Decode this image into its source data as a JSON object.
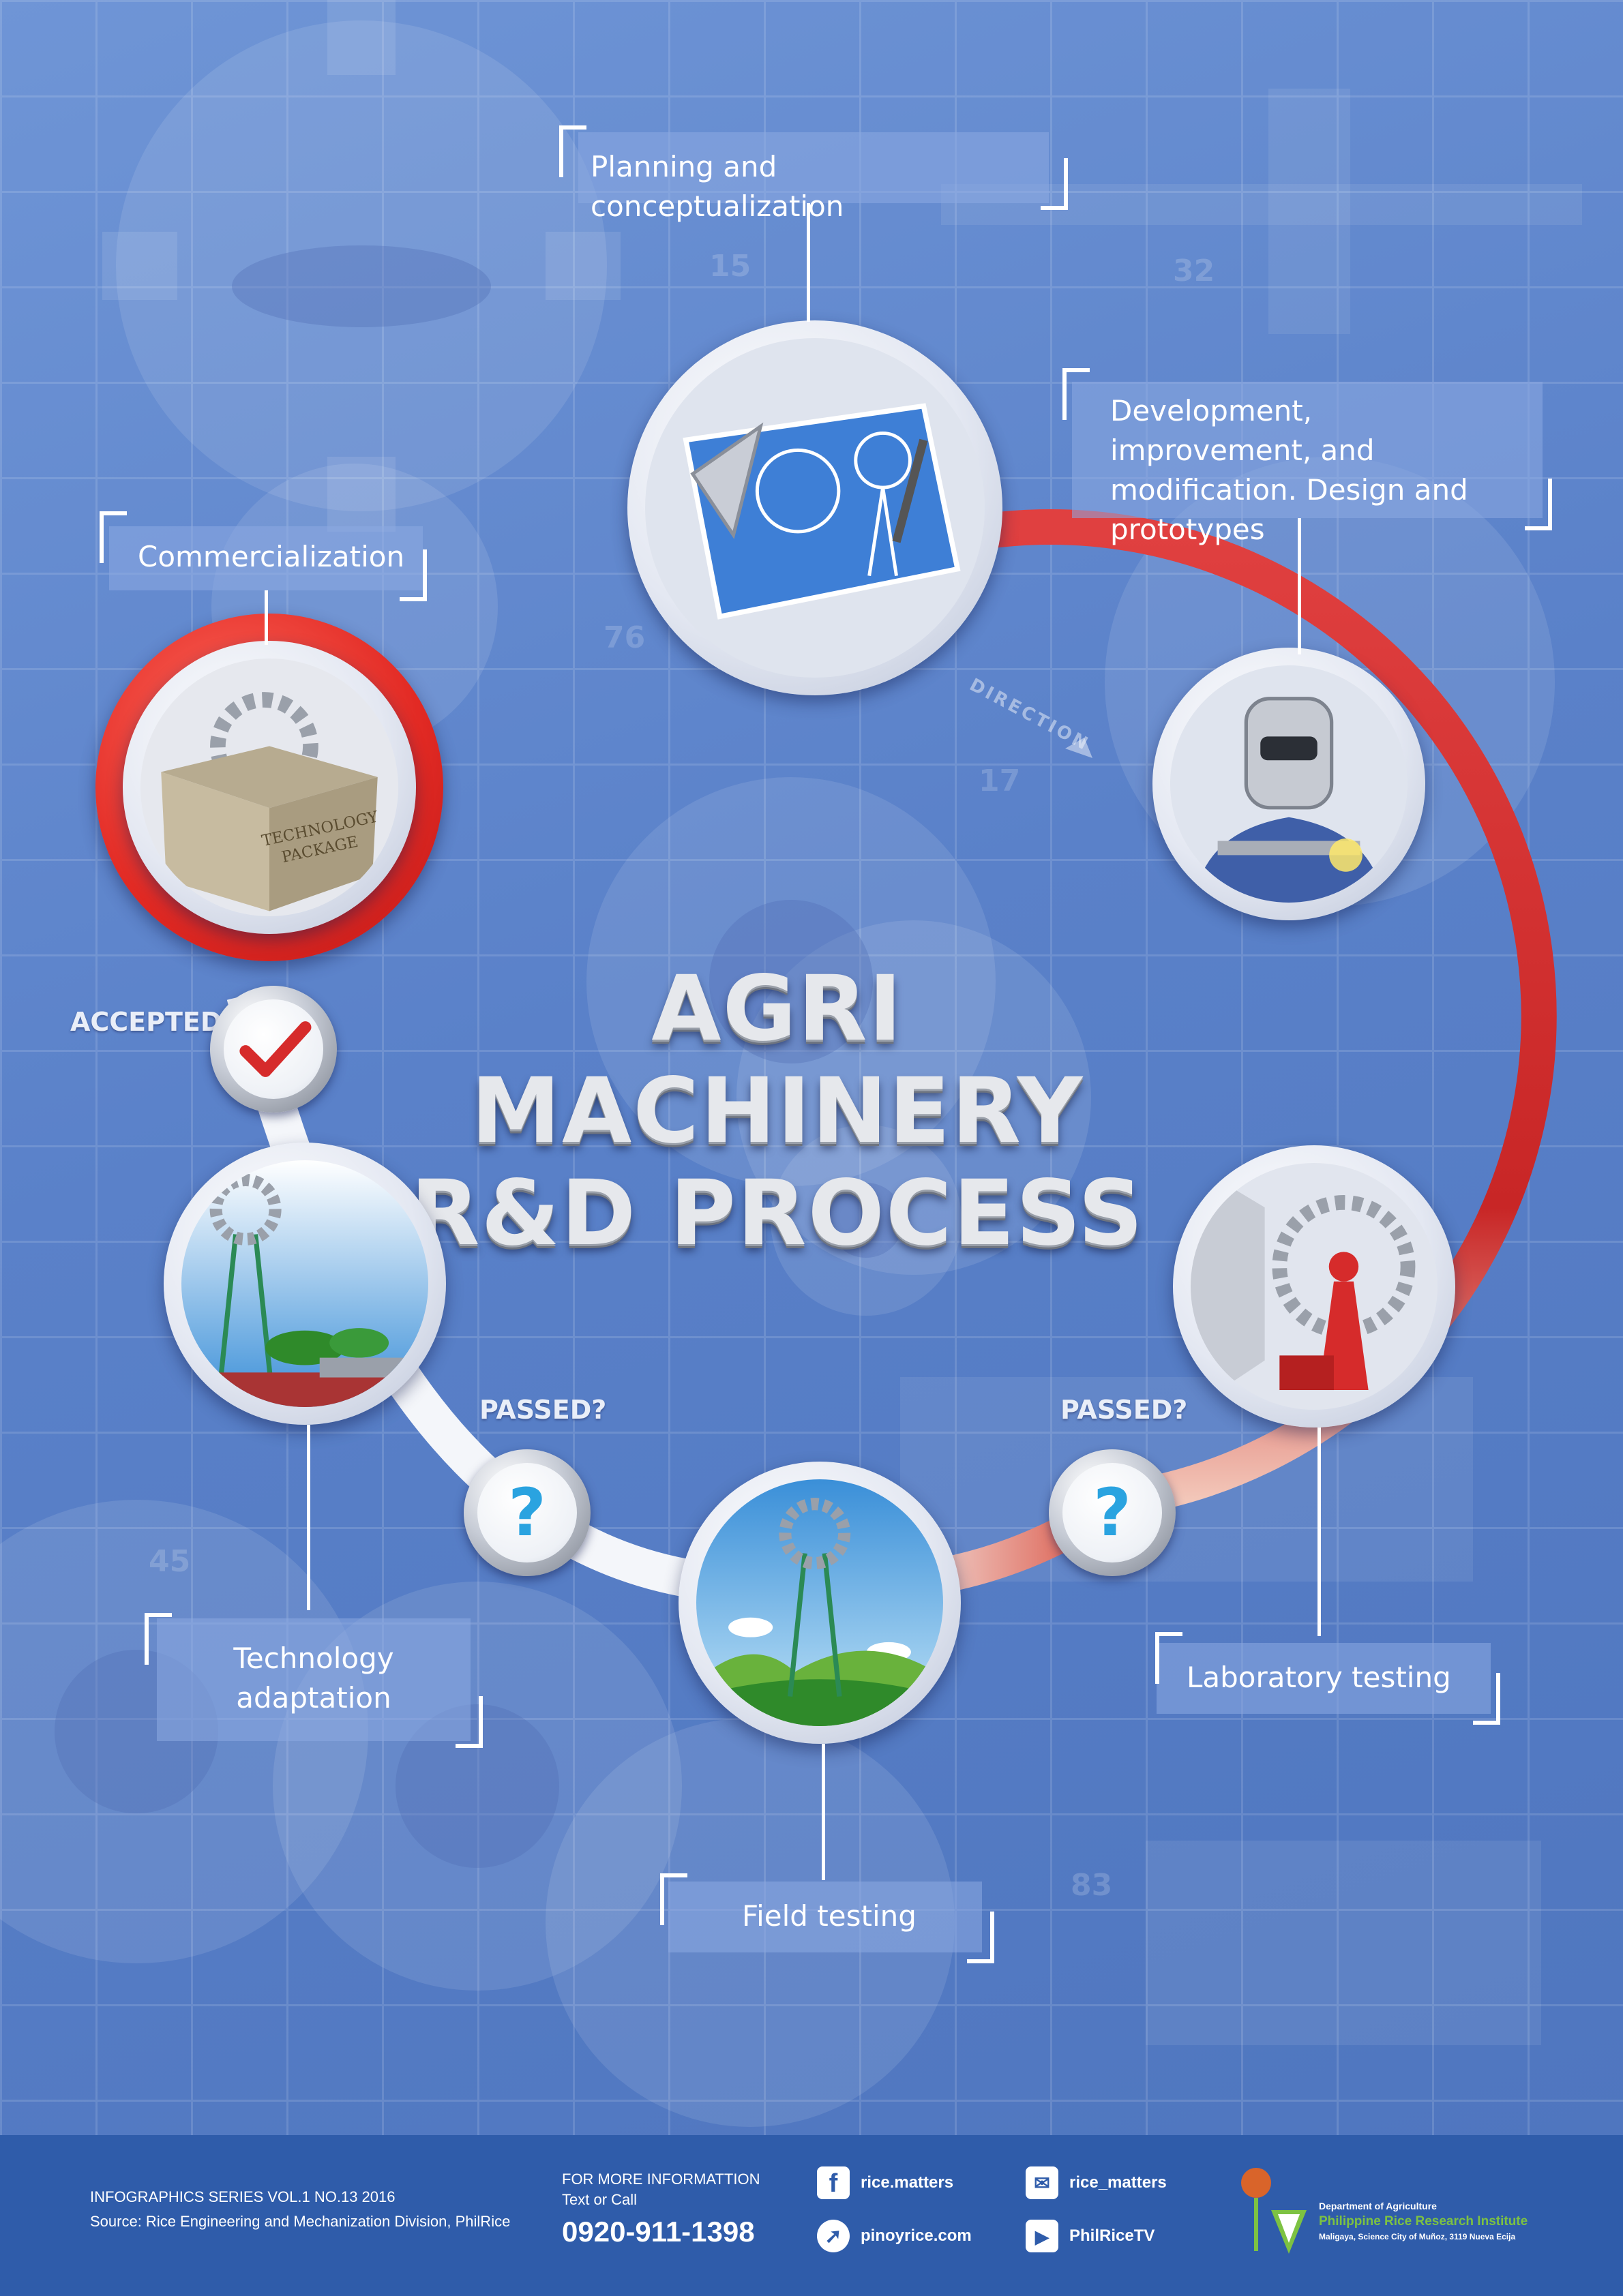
{
  "title": {
    "line1": "AGRI MACHINERY",
    "line2": "R&D PROCESS"
  },
  "direction_label": "DIRECTION",
  "background_numbers": [
    "15",
    "32",
    "76",
    "17",
    "45",
    "83"
  ],
  "steps": [
    {
      "id": "planning",
      "label": "Planning and conceptualization",
      "icon": "blueprint-icon"
    },
    {
      "id": "development",
      "label": "Development, improvement, and modification. Design and prototypes",
      "icon": "welder-icon"
    },
    {
      "id": "laboratory",
      "label": "Laboratory testing",
      "icon": "lab-windmill-icon"
    },
    {
      "id": "field",
      "label": "Field testing",
      "icon": "field-windmill-icon"
    },
    {
      "id": "adaptation",
      "label": "Technology adaptation",
      "icon": "farm-windmill-icon"
    },
    {
      "id": "commercialization",
      "label": "Commercialization",
      "icon": "technology-package-icon",
      "package_text": "TECHNOLOGY PACKAGE"
    }
  ],
  "decisions": [
    {
      "label": "PASSED?",
      "icon": "question-mark-icon",
      "glyph": "?"
    },
    {
      "label": "PASSED?",
      "icon": "question-mark-icon",
      "glyph": "?"
    },
    {
      "label": "ACCEPTED?",
      "icon": "checkmark-icon"
    }
  ],
  "footer": {
    "series": "INFOGRAPHICS SERIES VOL.1 NO.13 2016",
    "source": "Source: Rice Engineering and Mechanization Division, PhilRice",
    "info_heading": "FOR MORE INFORMATTION",
    "info_sub": "Text or Call",
    "phone": "0920-911-1398",
    "social": {
      "facebook": "rice.matters",
      "twitter": "rice_matters",
      "website": "pinoyrice.com",
      "youtube": "PhilRiceTV"
    },
    "org": {
      "department": "Department of Agriculture",
      "name": "Philippine Rice Research Institute",
      "address": "Maligaya, Science City of Muñoz, 3119 Nueva Ecija"
    }
  },
  "colors": {
    "background": "#5a82c8",
    "ring_red": "#d62b2b",
    "ring_white": "#ffffff",
    "footer": "#2f5caa",
    "question_blue": "#2aa3e0",
    "check_red": "#d62b2b",
    "org_green": "#7dc242"
  }
}
